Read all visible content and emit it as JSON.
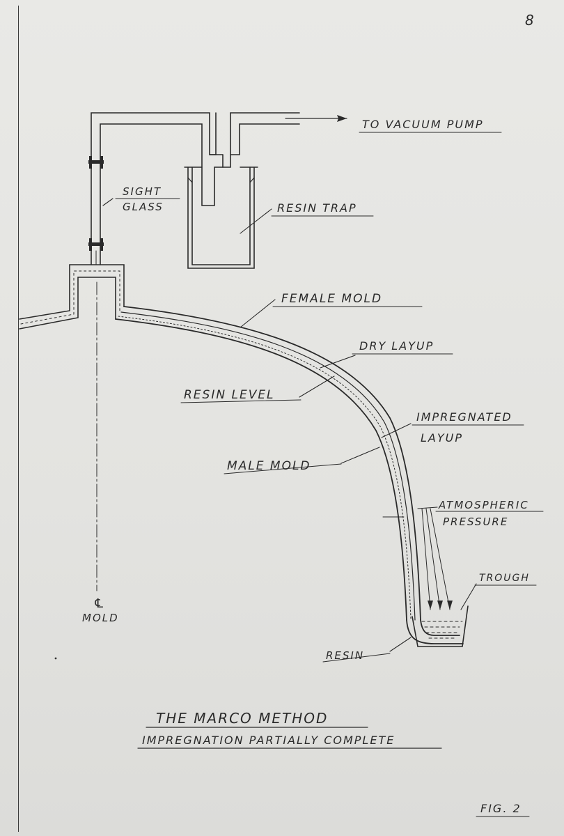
{
  "page_number": "8",
  "labels": {
    "to_vacuum_pump": "TO VACUUM PUMP",
    "sight_glass_line1": "SIGHT",
    "sight_glass_line2": "GLASS",
    "resin_trap": "RESIN TRAP",
    "female_mold": "FEMALE MOLD",
    "dry_layup": "DRY LAYUP",
    "resin_level": "RESIN LEVEL",
    "impregnated_line1": "IMPREGNATED",
    "impregnated_line2": "LAYUP",
    "male_mold": "MALE MOLD",
    "atmospheric_line1": "ATMOSPHERIC",
    "atmospheric_line2": "PRESSURE",
    "trough": "TROUGH",
    "resin": "RESIN",
    "centerline_symbol": "℄",
    "mold": "MOLD"
  },
  "title": {
    "line1": "THE MARCO METHOD",
    "line2": "IMPREGNATION PARTIALLY COMPLETE"
  },
  "figure_label": "FIG. 2"
}
